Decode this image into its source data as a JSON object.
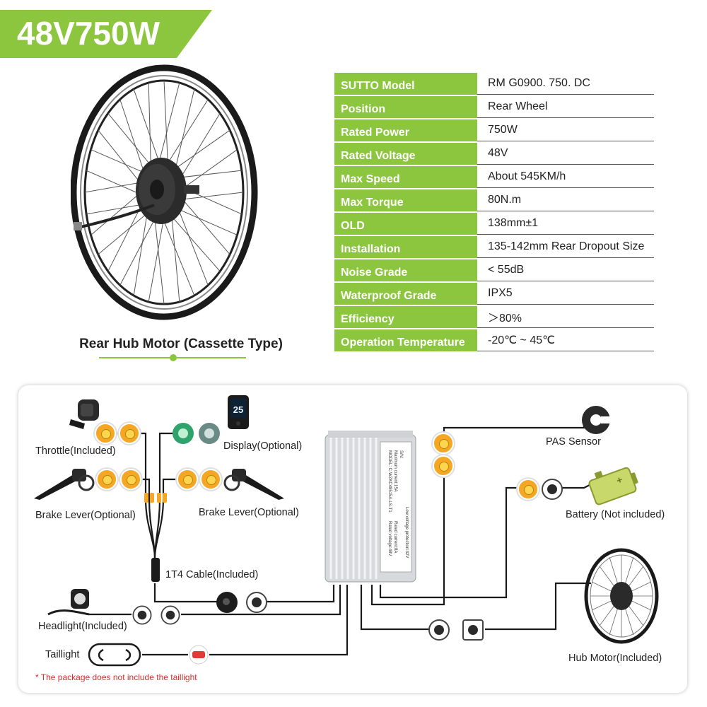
{
  "banner": {
    "title": "48V750W"
  },
  "product": {
    "caption": "Rear Hub Motor (Cassette Type)"
  },
  "specs": [
    {
      "label": "SUTTO Model",
      "value": "RM G0900. 750. DC"
    },
    {
      "label": "Position",
      "value": "Rear Wheel"
    },
    {
      "label": "Rated Power",
      "value": "750W"
    },
    {
      "label": "Rated Voltage",
      "value": "48V"
    },
    {
      "label": "Max Speed",
      "value": "About 545KM/h"
    },
    {
      "label": "Max Torque",
      "value": "80N.m"
    },
    {
      "label": "OLD",
      "value": "138mm±1"
    },
    {
      "label": "Installation",
      "value": "135-142mm Rear Dropout Size"
    },
    {
      "label": "Noise Grade",
      "value": "< 55dB"
    },
    {
      "label": "Waterproof Grade",
      "value": "IPX5"
    },
    {
      "label": "Efficiency",
      "value": "＞80%"
    },
    {
      "label": "Operation Temperature",
      "value": "-20℃ ~ 45℃"
    }
  ],
  "diagram": {
    "throttle": "Throttle(Included)",
    "display": "Display(Optional)",
    "brake_left": "Brake Lever(Optional)",
    "brake_right": "Brake Lever(Optional)",
    "cable": "1T4 Cable(Included)",
    "headlight": "Headlight(Included)",
    "taillight": "Taillight",
    "pas": "PAS Sensor",
    "battery": "Battery (Not included)",
    "hub_motor": "Hub Motor(Included)",
    "note": "* The package does not include the taillight",
    "display_reading": "25",
    "controller_label": {
      "model": "MODEL: C-WZKC48515A-LS-T1",
      "max_current": "Maximum current:15A",
      "sn": "S/N:",
      "rated_voltage": "Rated voltage:48V",
      "rated_current": "Rated current:8A",
      "low_voltage": "Low voltage protection:42V"
    }
  },
  "colors": {
    "accent": "#8cc63f",
    "connector_yellow": "#f5a623",
    "note_red": "#d32f2f"
  }
}
